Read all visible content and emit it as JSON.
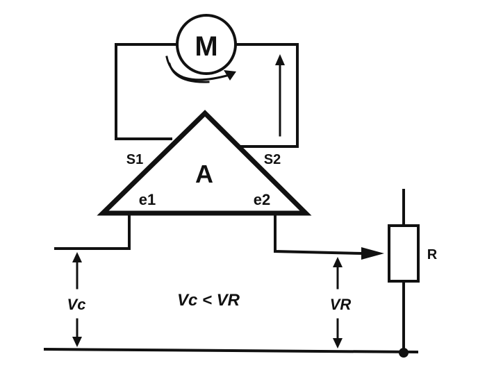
{
  "diagram": {
    "motor_label": "M",
    "amplifier_label": "A",
    "output_s1": "S1",
    "output_s2": "S2",
    "input_e1": "e1",
    "input_e2": "e2",
    "resistor_label": "R",
    "voltage_c": "Vc",
    "voltage_r": "VR",
    "condition": "Vc < VR"
  },
  "colors": {
    "ink": "#111111",
    "paper": "#ffffff"
  }
}
